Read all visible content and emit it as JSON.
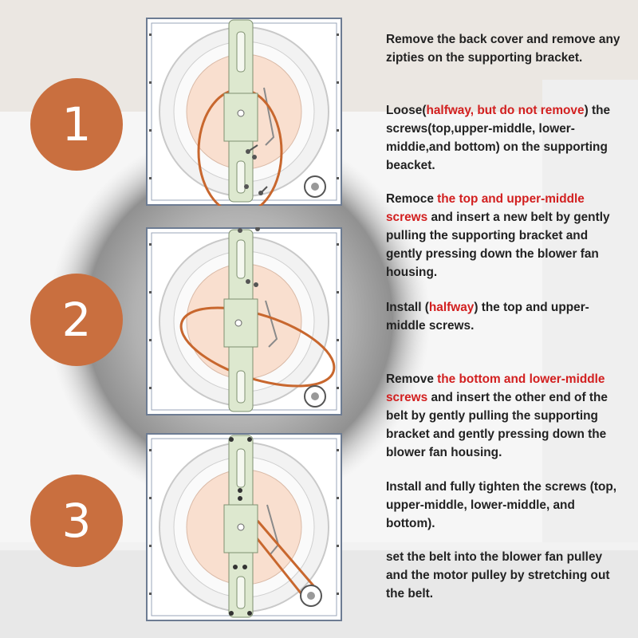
{
  "steps": [
    {
      "number": "1"
    },
    {
      "number": "2"
    },
    {
      "number": "3"
    }
  ],
  "instructions": {
    "p1": "Remove the back cover and remove any zipties on the supporting bracket.",
    "p2": {
      "a": "Loose(",
      "red": "halfway, but do not remove",
      "b": ") the screws(top,upper-middle, lower-middie,and bottom) on the supporting beacket."
    },
    "p3": {
      "a": "Remoce ",
      "red": "the top and upper-middle screws",
      "b": " and insert a new belt by gently pulling the supporting bracket and gently pressing down the blower fan housing."
    },
    "p4": {
      "a": "Install (",
      "red": "halfway",
      "b": ") the top and upper-middle screws."
    },
    "p5": {
      "a": "Remove ",
      "red": "the bottom and lower-middle screws",
      "b": " and insert the other end of the belt by gently pulling the supporting bracket and gently pressing down the blower fan housing."
    },
    "p6": "Install and fully tighten the screws (top, upper-middle, lower-middle, and bottom).",
    "p7": "set the belt into the blower fan pulley and the motor pulley by stretching out the belt."
  },
  "colors": {
    "badge": "#c96f3f",
    "highlight": "#d21f1f",
    "belt": "#c8672e",
    "bracket": "#dde8cf"
  }
}
